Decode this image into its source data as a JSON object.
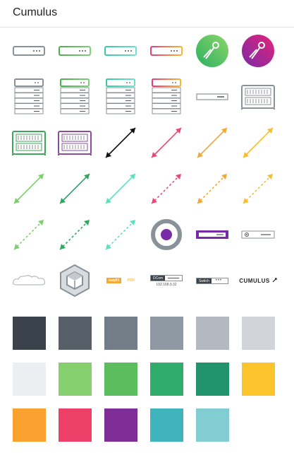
{
  "header": {
    "title": "Cumulus"
  },
  "symbols": [
    {
      "name": "switch-1u-gray-icon",
      "kind": "rack1u",
      "color": "#8a9299",
      "color2": "#8a9299"
    },
    {
      "name": "switch-1u-green-icon",
      "kind": "rack1u",
      "color": "#4caf50",
      "color2": "#7ccf7a"
    },
    {
      "name": "switch-1u-teal-icon",
      "kind": "rack1u",
      "color": "#38c9a8",
      "color2": "#6fe0cc"
    },
    {
      "name": "switch-1u-gradient-icon",
      "kind": "rack1u",
      "color": "#e53d7a",
      "color2": "#f6b830"
    },
    {
      "name": "launch-gradient-green-icon",
      "kind": "rocket",
      "color": "#2bb05f",
      "color2": "#8dd66b"
    },
    {
      "name": "launch-gradient-purple-icon",
      "kind": "rocket",
      "color": "#7b2aa7",
      "color2": "#e3247a"
    },
    {
      "name": "server-stack-gray-icon",
      "kind": "stack",
      "color": "#8a9299",
      "color2": "#8a9299"
    },
    {
      "name": "server-stack-green-icon",
      "kind": "stack",
      "color": "#4caf50",
      "color2": "#7ccf7a"
    },
    {
      "name": "server-stack-teal-icon",
      "kind": "stack",
      "color": "#38c9a8",
      "color2": "#6fe0cc"
    },
    {
      "name": "server-stack-gradient-icon",
      "kind": "stack",
      "color": "#e53d7a",
      "color2": "#f6b830"
    },
    {
      "name": "flat-device-gray-icon",
      "kind": "flat",
      "color": "#8a9299",
      "color2": "#8a9299"
    },
    {
      "name": "chassis-gray-icon",
      "kind": "chassis",
      "color": "#8a9299",
      "color2": "#8a9299"
    },
    {
      "name": "chassis-green-icon",
      "kind": "chassis",
      "color": "#3ea55a",
      "color2": "#3ea55a"
    },
    {
      "name": "chassis-purple-icon",
      "kind": "chassis",
      "color": "#8a4d9d",
      "color2": "#8a4d9d"
    },
    {
      "name": "link-black-icon",
      "kind": "link",
      "color": "#111111",
      "dash": false
    },
    {
      "name": "link-pink-icon",
      "kind": "link",
      "color": "#e54a73",
      "dash": false
    },
    {
      "name": "link-orange-icon",
      "kind": "link",
      "color": "#f3a735",
      "dash": false
    },
    {
      "name": "link-yellow-icon",
      "kind": "link",
      "color": "#f5bd30",
      "dash": false
    },
    {
      "name": "link-light-green-icon",
      "kind": "link",
      "color": "#7ccf6a",
      "dash": false
    },
    {
      "name": "link-green-icon",
      "kind": "link",
      "color": "#2fa660",
      "dash": false
    },
    {
      "name": "link-aqua-icon",
      "kind": "link",
      "color": "#5ee0c0",
      "dash": false
    },
    {
      "name": "link-pink-dashed-icon",
      "kind": "link",
      "color": "#e54a73",
      "dash": true
    },
    {
      "name": "link-orange-dashed-icon",
      "kind": "link",
      "color": "#f3a735",
      "dash": true
    },
    {
      "name": "link-yellow-dashed-icon",
      "kind": "link",
      "color": "#f5bd30",
      "dash": true
    },
    {
      "name": "link-light-green-dashed-icon",
      "kind": "link",
      "color": "#7ccf6a",
      "dash": true
    },
    {
      "name": "link-green-dashed-icon",
      "kind": "link",
      "color": "#2fa660",
      "dash": true
    },
    {
      "name": "link-aqua-dashed-icon",
      "kind": "link",
      "color": "#5ee0c0",
      "dash": true
    },
    {
      "name": "target-ring-icon",
      "kind": "target",
      "color": "#8a9299",
      "color2": "#7b2aa7"
    },
    {
      "name": "device-purple-icon",
      "kind": "devpurple",
      "color": "#7b2aa7",
      "color2": "#7b2aa7"
    },
    {
      "name": "device-outline-icon",
      "kind": "devwhite",
      "color": "#555555",
      "color2": "#555555"
    },
    {
      "name": "cloud-icon",
      "kind": "cloud",
      "color": "#b5bac0",
      "color2": "#b5bac0"
    },
    {
      "name": "cube-icon",
      "kind": "cube",
      "color": "#8a9299",
      "color2": "#c5c9ce"
    }
  ],
  "labels": {
    "tag_left": "swp01",
    "tag_right": "PDR",
    "dcom_label": "DCom",
    "dcom_ip": "192.168.0.32",
    "switch_label": "Switch",
    "logo_text": "CUMULUS"
  },
  "swatches": [
    "#3a434b",
    "#565f68",
    "#737d87",
    "#8f99a3",
    "#b3b9c1",
    "#d1d5da",
    "#eceef2",
    "#85cf6f",
    "#5cbd5f",
    "#31ad6b",
    "#23936e",
    "#fcc42c",
    "#f8a12e",
    "#ec4069",
    "#7e2e96",
    "#40b4bd",
    "#82cdd2"
  ]
}
